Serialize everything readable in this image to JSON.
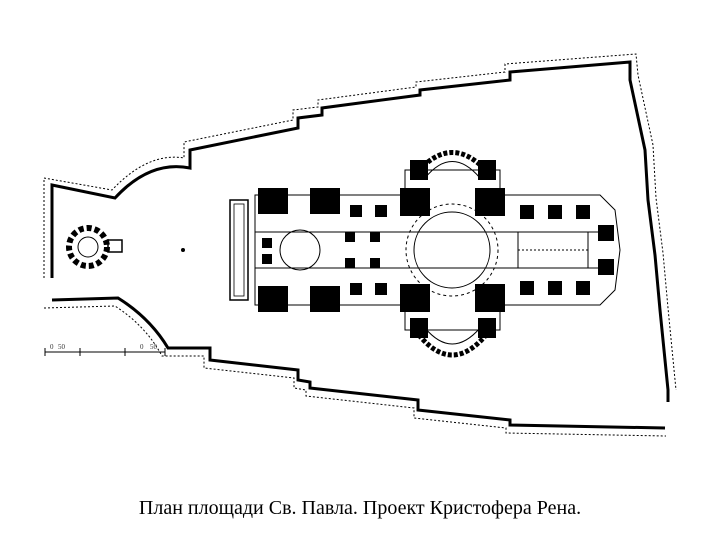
{
  "caption": "План площади Св. Павла. Проект Кристофера Рена.",
  "scale": {
    "labels": [
      "0",
      "50",
      "0",
      "50"
    ]
  },
  "colors": {
    "ink": "#000000",
    "paper": "#ffffff"
  }
}
